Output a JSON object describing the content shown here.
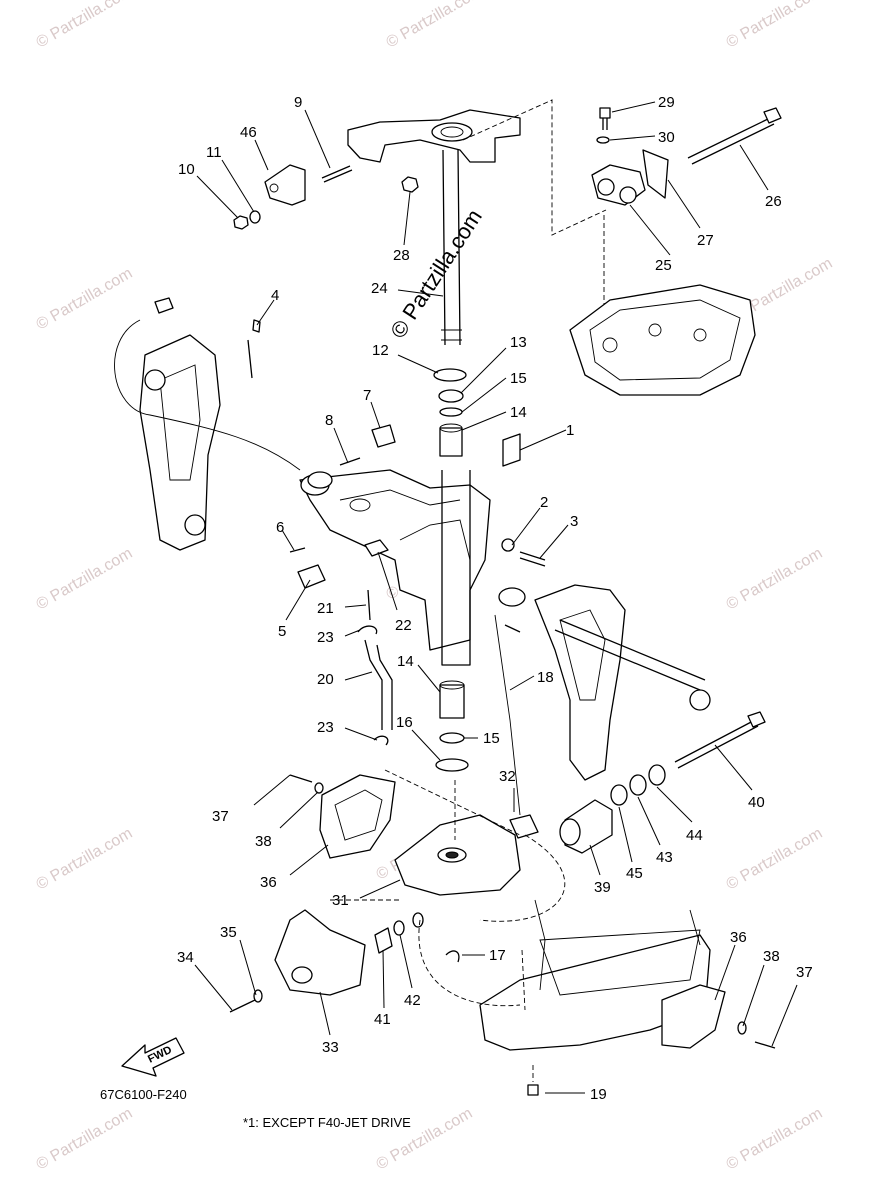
{
  "diagram_code": "67C6100-F240",
  "footnote": "*1: EXCEPT F40-JET DRIVE",
  "fwd_label": "FWD",
  "main_watermark": "© Partzilla.com",
  "watermark": "© Partzilla.com",
  "callouts": [
    "1",
    "2",
    "3",
    "4",
    "5",
    "6",
    "7",
    "8",
    "9",
    "10",
    "11",
    "12",
    "13",
    "14",
    "14",
    "15",
    "15",
    "16",
    "17",
    "18",
    "19",
    "20",
    "21",
    "22",
    "23",
    "23",
    "24",
    "25",
    "26",
    "27",
    "28",
    "29",
    "30",
    "31",
    "32",
    "33",
    "34",
    "35",
    "36",
    "36",
    "37",
    "37",
    "38",
    "38",
    "39",
    "40",
    "41",
    "42",
    "43",
    "44",
    "45",
    "46"
  ]
}
